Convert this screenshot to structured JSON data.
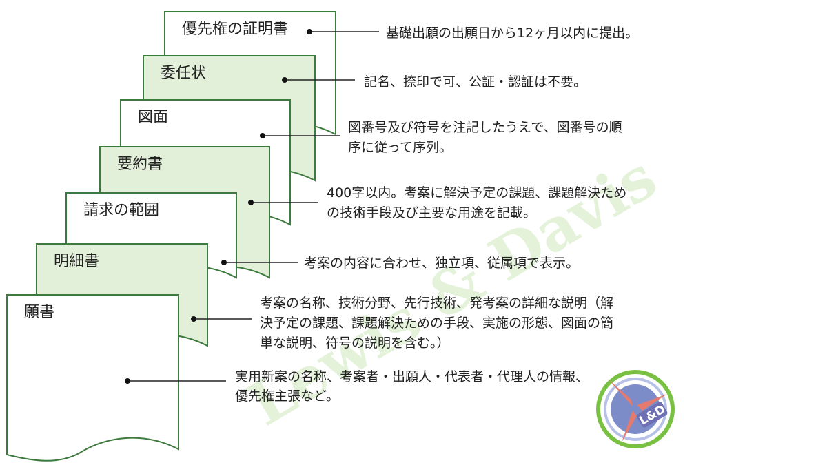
{
  "documents": [
    {
      "title": "優先権の証明書",
      "fill": "#ffffff"
    },
    {
      "title": "委任状",
      "fill": "#e2efd9"
    },
    {
      "title": "図面",
      "fill": "#ffffff"
    },
    {
      "title": "要約書",
      "fill": "#e2efd9"
    },
    {
      "title": "請求の範囲",
      "fill": "#ffffff"
    },
    {
      "title": "明細書",
      "fill": "#e2efd9"
    },
    {
      "title": "願書",
      "fill": "#ffffff"
    }
  ],
  "notes": [
    {
      "lines": [
        "基礎出願の出願日から12ヶ月以内に提出。"
      ]
    },
    {
      "lines": [
        "記名、捺印で可、公証・認証は不要。"
      ]
    },
    {
      "lines": [
        "図番号及び符号を注記したうえで、図番号の順",
        "序に従って序列。"
      ]
    },
    {
      "lines": [
        "400字以内。考案に解決予定の課題、課題解決ため",
        "の技術手段及び主要な用途を記載。"
      ]
    },
    {
      "lines": [
        "考案の内容に合わせ、独立項、従属項で表示。"
      ]
    },
    {
      "lines": [
        "考案の名称、技術分野、先行技術、発考案の詳細な説明（解",
        "決予定の課題、課題解決ための手段、実施の形態、図面の簡",
        "単な説明、符号の説明を含む。）"
      ]
    },
    {
      "lines": [
        "実用新案の名称、考案者・出願人・代表者・代理人の情報、",
        "優先権主張など。"
      ]
    }
  ],
  "watermark": {
    "text": "Lewis & Davis"
  },
  "logo": {
    "text": "L&D"
  },
  "colors": {
    "border": "#3d7a3d",
    "green_fill": "#e2efd9",
    "text": "#222222",
    "logo_green": "#7ac143",
    "logo_blue": "#7b8cc9",
    "logo_red": "#e57a6e",
    "logo_purple": "#6f6fb4"
  }
}
